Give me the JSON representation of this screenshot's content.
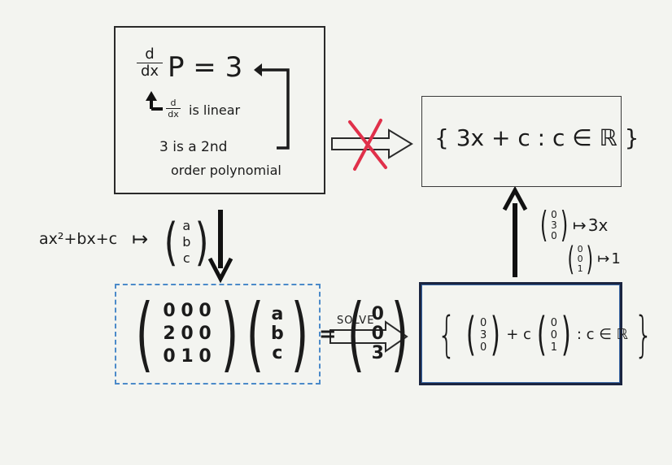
{
  "problem_box": {
    "equation_numerator": "d",
    "equation_denominator": "dx",
    "equation_rest": "P = 3",
    "note_operator_num": "d",
    "note_operator_den": "dx",
    "note_linear": "is linear",
    "note_polynomial_line1": "3 is a 2nd",
    "note_polynomial_line2": "order polynomial"
  },
  "solution_box": {
    "set_expression": "{ 3x + c : c ∈ ℝ }"
  },
  "mapping_left": {
    "polynomial": "ax²+bx+c",
    "maps_to": "↦",
    "vector": [
      "a",
      "b",
      "c"
    ]
  },
  "matrix_equation": {
    "matrix": [
      [
        "0",
        "0",
        "0"
      ],
      [
        "2",
        "0",
        "0"
      ],
      [
        "0",
        "1",
        "0"
      ]
    ],
    "unknowns": [
      "a",
      "b",
      "c"
    ],
    "equals": "=",
    "rhs": [
      "0",
      "0",
      "3"
    ]
  },
  "solve_label": "SOLVE",
  "vector_solution": {
    "open_brace": "{",
    "vector1": [
      "0",
      "3",
      "0"
    ],
    "plus_c": "+ c",
    "vector2": [
      "0",
      "0",
      "1"
    ],
    "condition": ": c ∈ ℝ",
    "close_brace": "}"
  },
  "mapping_right": {
    "map1_vector": [
      "0",
      "3",
      "0"
    ],
    "map1_arrow": "↦",
    "map1_result": "3x",
    "map2_vector": [
      "0",
      "0",
      "1"
    ],
    "map2_arrow": "↦",
    "map2_result": "1"
  },
  "colors": {
    "ink": "#1b1b1b",
    "cross_red": "#e0304a",
    "dashed_blue": "#4b8ac9",
    "bold_border": "#1a2440"
  }
}
